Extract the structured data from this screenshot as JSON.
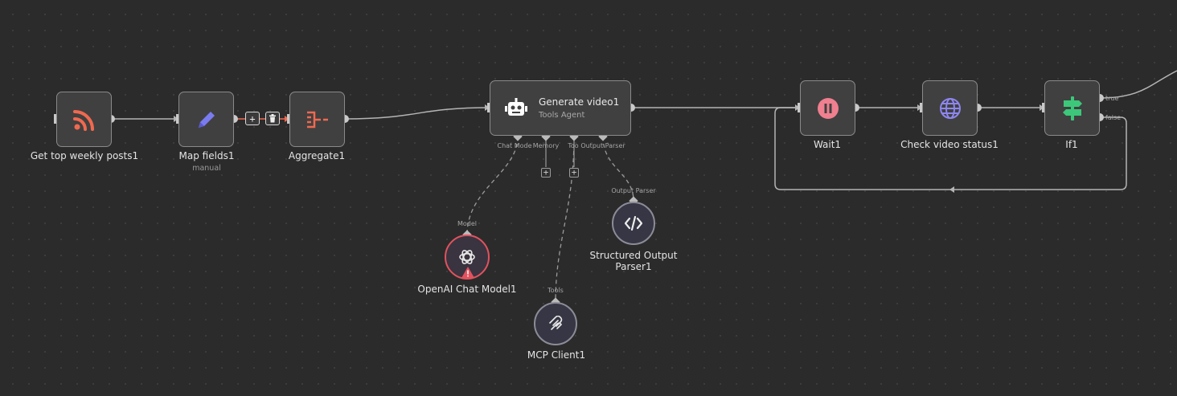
{
  "nodes": {
    "get_top_weekly_posts": {
      "title": "Get top weekly posts1",
      "icon": "rss-feed-icon",
      "color": "#f0694f"
    },
    "map_fields": {
      "title": "Map fields1",
      "subtitle": "manual",
      "icon": "pencil-icon",
      "color": "#7b7bf0"
    },
    "aggregate": {
      "title": "Aggregate1",
      "icon": "aggregate-icon",
      "color": "#f0694f"
    },
    "generate_video": {
      "title": "Generate video1",
      "subtitle": "Tools Agent",
      "icon": "robot-icon",
      "color": "#ffffff"
    },
    "wait": {
      "title": "Wait1",
      "icon": "pause-icon",
      "color": "#f07f8f"
    },
    "check_video_status": {
      "title": "Check video status1",
      "icon": "globe-icon",
      "color": "#8e86f0"
    },
    "if": {
      "title": "If1",
      "icon": "signpost-icon",
      "color": "#3cc77a"
    },
    "openai_chat_model": {
      "title": "OpenAI Chat Model1",
      "icon": "openai-icon",
      "status": "warning"
    },
    "mcp_client": {
      "title": "MCP Client1",
      "icon": "mcp-icon"
    },
    "structured_output_parser": {
      "title": "Structured Output Parser1",
      "icon": "code-icon"
    }
  },
  "ports": {
    "chat_model": "Chat Mode",
    "memory": "Memory",
    "tools": "Too",
    "output_parser": "Output Parser",
    "model_input": "Model",
    "tools_input": "Tools",
    "parser_input": "Output Parser",
    "if_true": "true",
    "if_false": "false"
  },
  "edge_actions": {
    "add": "+",
    "delete": "delete-icon"
  },
  "colors": {
    "canvas": "#2b2b2b",
    "edge": "#b5b5b5",
    "edge_hover": "#f0694f",
    "error": "#e2525e"
  }
}
